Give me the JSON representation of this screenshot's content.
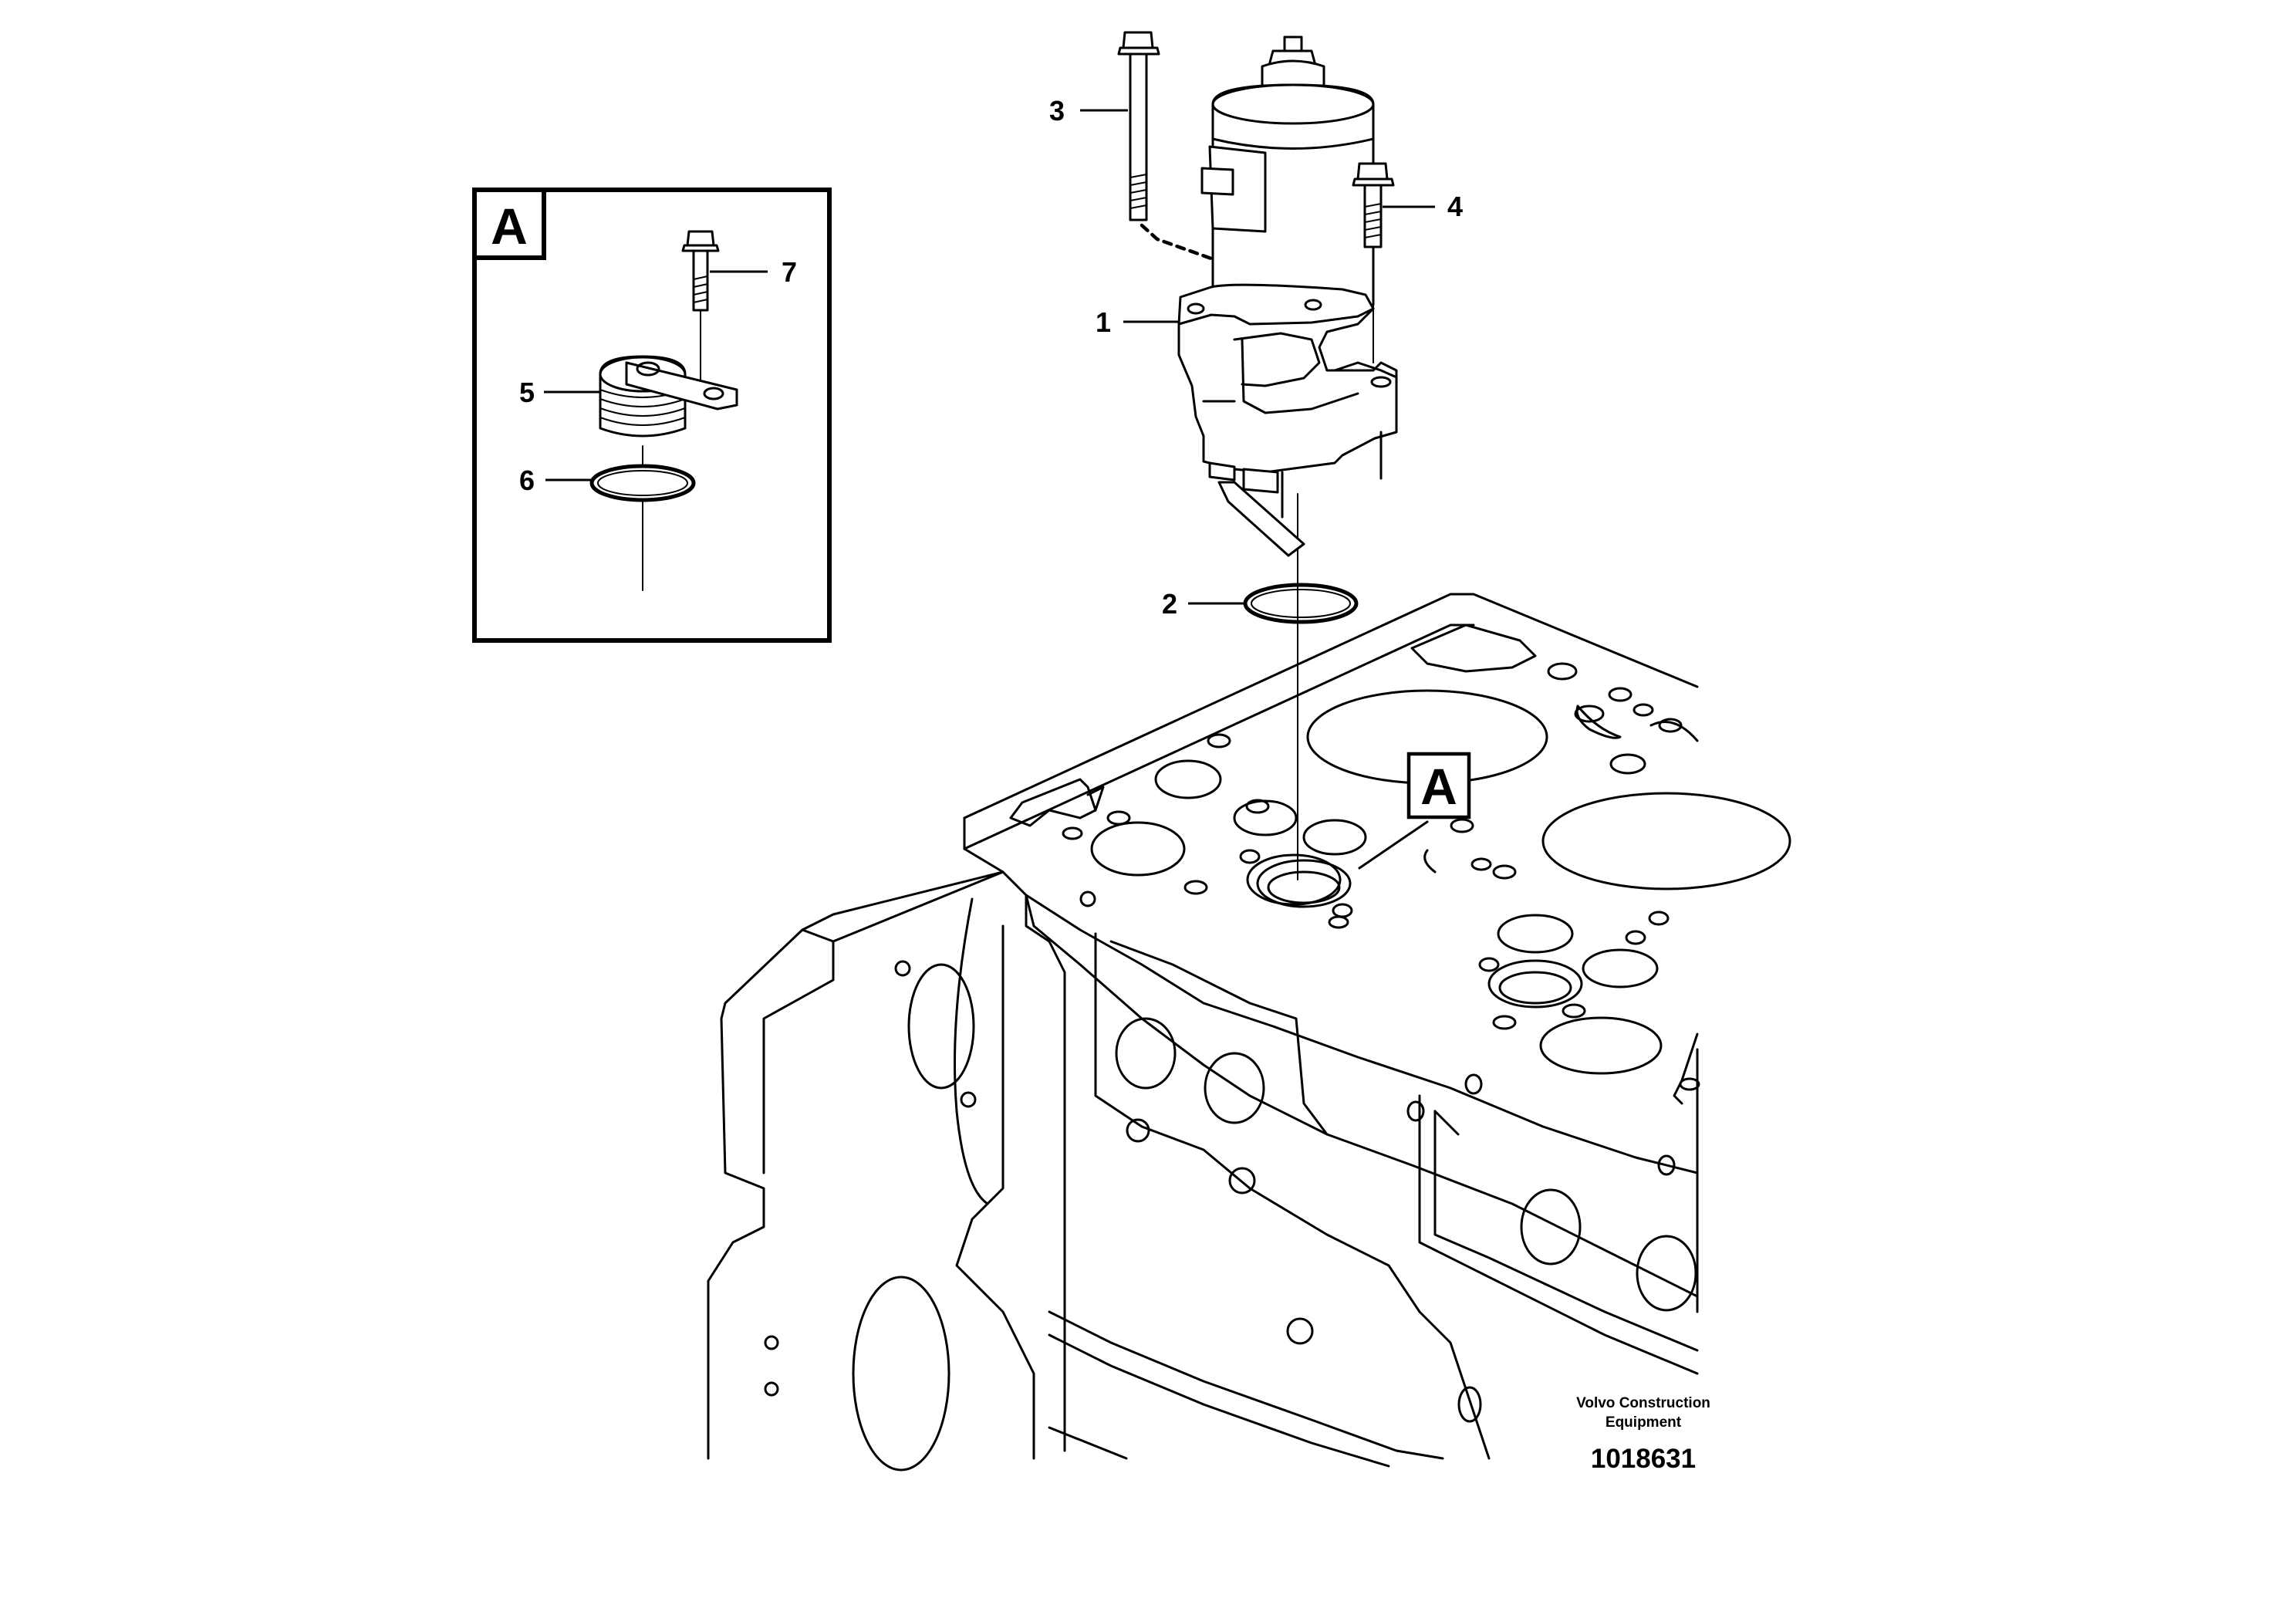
{
  "diagram": {
    "detail_view": {
      "label": "A"
    },
    "reference_tag": {
      "label": "A"
    },
    "callouts": {
      "c1": "1",
      "c2": "2",
      "c3": "3",
      "c4": "4",
      "c5": "5",
      "c6": "6",
      "c7": "7"
    },
    "footer": {
      "maker_line1": "Volvo Construction",
      "maker_line2": "Equipment",
      "doc_number": "1018631"
    }
  }
}
